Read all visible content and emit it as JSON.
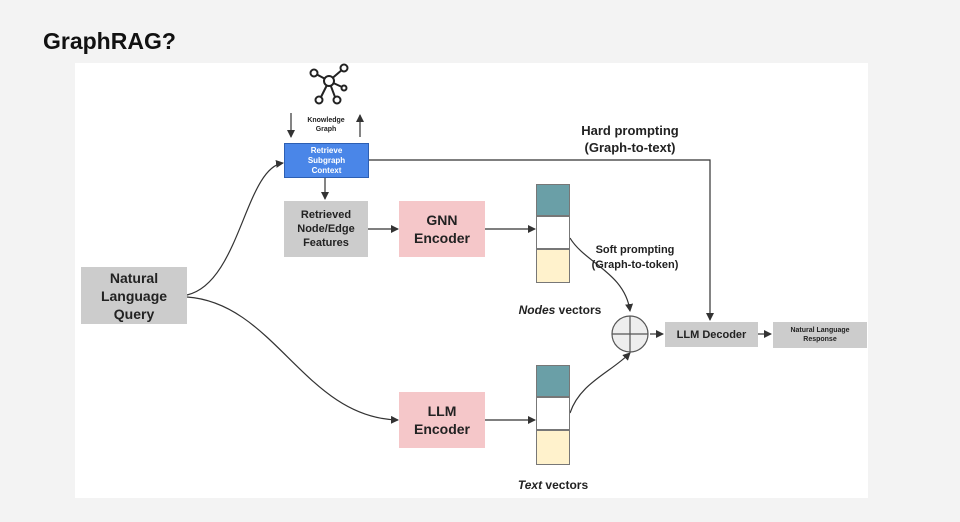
{
  "slide": {
    "title": "GraphRAG?"
  },
  "diagram": {
    "query": "Natural\nLanguage\nQuery",
    "knowledge_graph": "Knowledge\nGraph",
    "retrieve": "Retrieve\nSubgraph\nContext",
    "retrieved_features": "Retrieved\nNode/Edge\nFeatures",
    "gnn_encoder": "GNN\nEncoder",
    "llm_encoder": "LLM\nEncoder",
    "hard_prompting": "Hard prompting\n(Graph-to-text)",
    "soft_prompting": "Soft prompting\n(Graph-to-token)",
    "nodes_vectors": {
      "emph": "Nodes",
      "rest": " vectors"
    },
    "text_vectors": {
      "emph": "Text",
      "rest": " vectors"
    },
    "llm_decoder": "LLM Decoder",
    "response": "Natural Language\nResponse"
  },
  "colors": {
    "encoder_box": "#f5c7c9",
    "retrieve_box": "#4a86e8",
    "gray_box": "#cccccc",
    "vector_top": "#6a9fa7",
    "vector_bottom": "#fff2cc"
  },
  "icons": {
    "knowledge_graph": "graph-network-icon",
    "combine": "circle-plus-icon"
  }
}
